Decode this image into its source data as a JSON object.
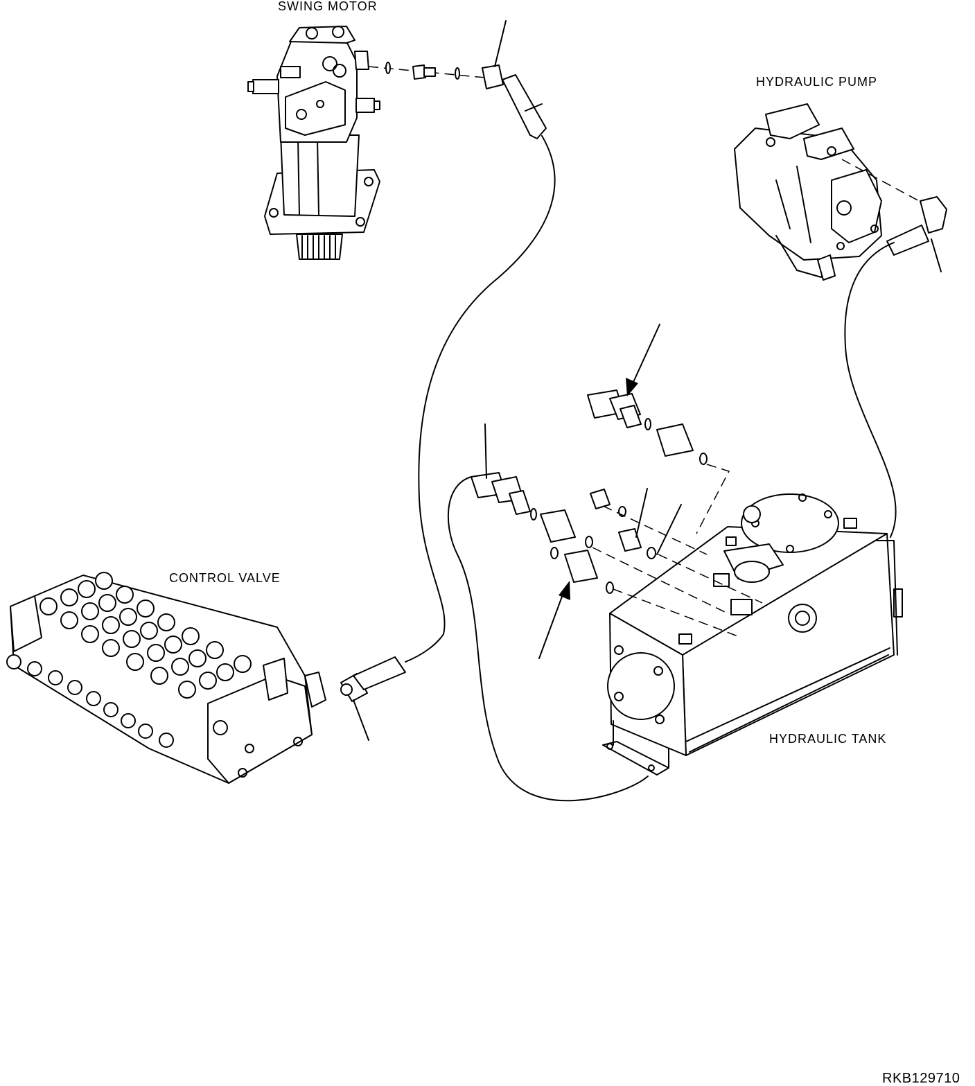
{
  "labels": {
    "swing_motor": "SWING MOTOR",
    "hydraulic_pump": "HYDRAULIC PUMP",
    "control_valve": "CONTROL VALVE",
    "hydraulic_tank": "HYDRAULIC TANK",
    "drawing_code": "RKB129710"
  }
}
